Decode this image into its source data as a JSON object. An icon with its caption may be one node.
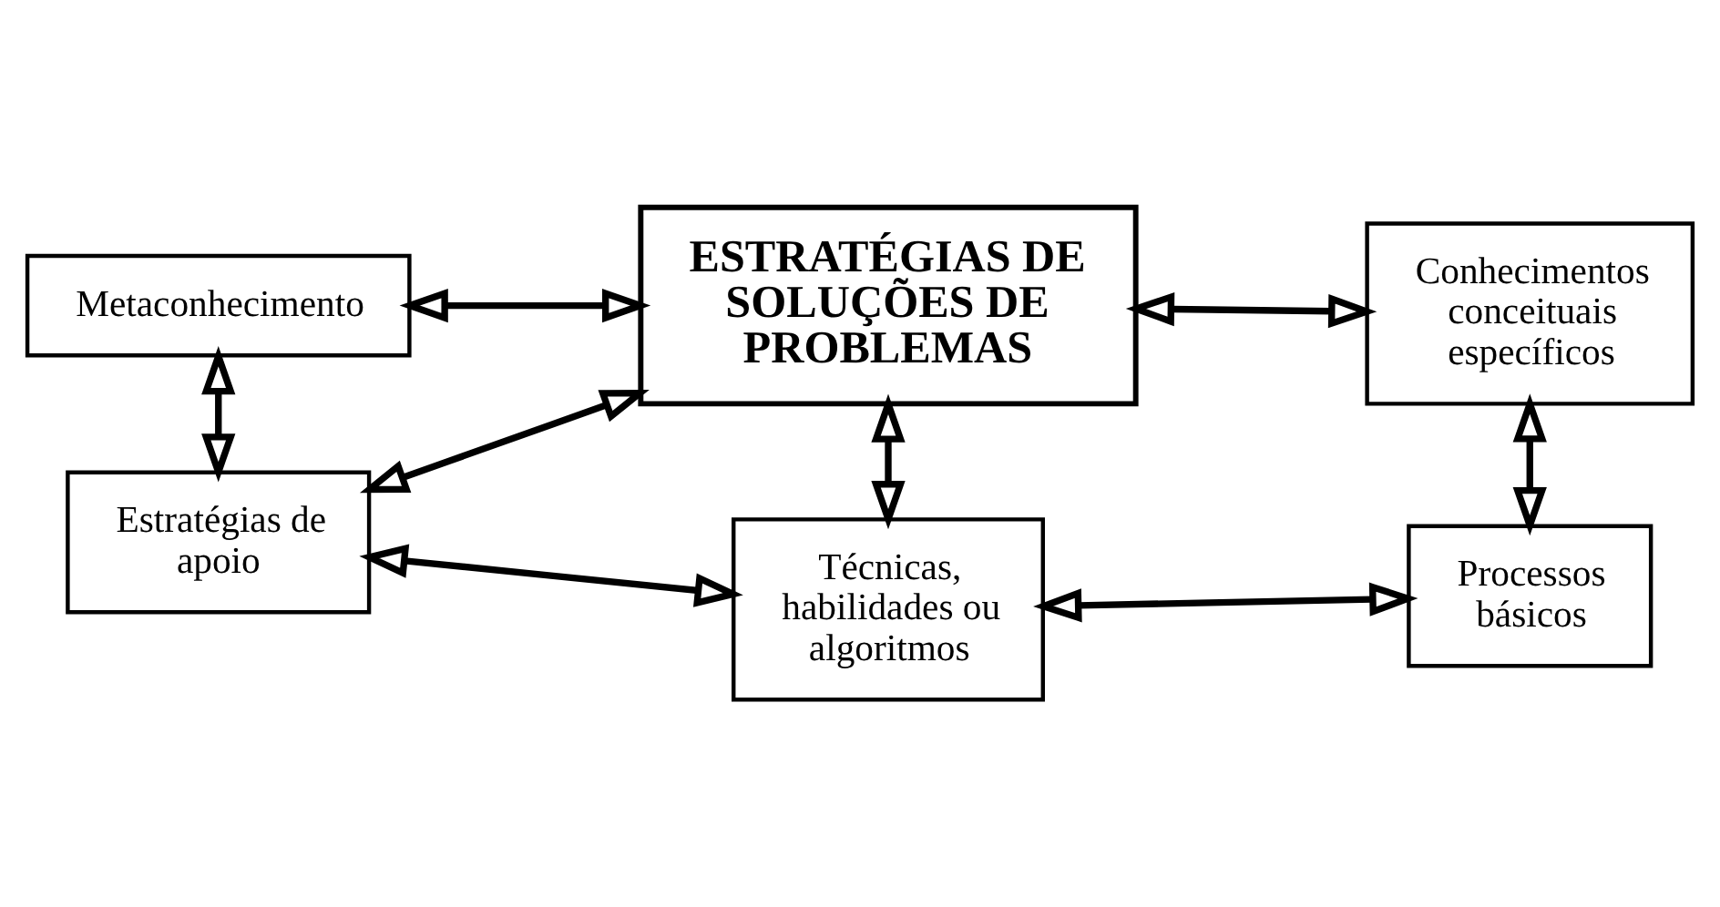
{
  "diagram": {
    "nodes": [
      {
        "text": [
          "Metaconhecimento"
        ]
      },
      {
        "text": [
          "ESTRATÉGIAS DE SOLUÇÕES DE PROBLEMAS"
        ]
      },
      {
        "text": [
          "Conhecimentos conceituais específicos"
        ]
      },
      {
        "text": [
          "Estratégias de apoio"
        ]
      },
      {
        "text": [
          "Processos básicos"
        ]
      },
      {
        "text": [
          "Técnicas, habilidades ou algoritmos"
        ]
      }
    ],
    "edges": [
      {
        "from": 0,
        "to": 1,
        "arrow": "both"
      },
      {
        "from": 0,
        "to": 3,
        "arrow": "both"
      },
      {
        "from": 3,
        "to": 1,
        "arrow": "both"
      },
      {
        "from": 3,
        "to": 5,
        "arrow": "both"
      },
      {
        "from": 1,
        "to": 5,
        "arrow": "both"
      },
      {
        "from": 5,
        "to": 4,
        "arrow": "both"
      },
      {
        "from": 1,
        "to": 2,
        "arrow": "both"
      },
      {
        "from": 2,
        "to": 4,
        "arrow": "both"
      }
    ]
  }
}
